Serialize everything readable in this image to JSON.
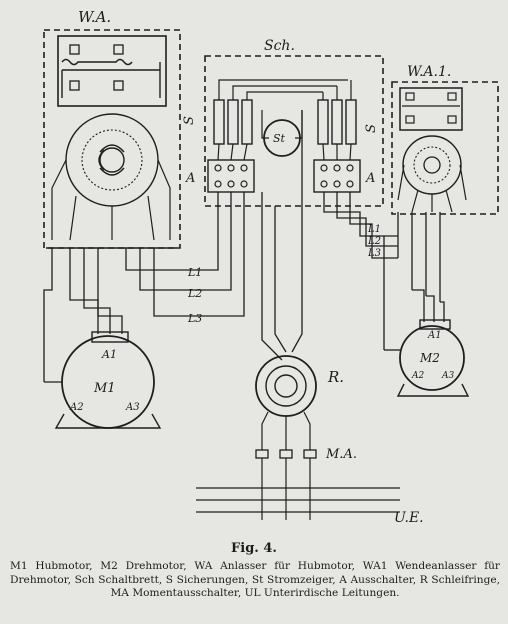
{
  "figure": {
    "labels": {
      "wa": "W.A.",
      "wa1": "W.A.1.",
      "sch": "Sch.",
      "s_left": "S",
      "s_right": "S",
      "a_left": "A",
      "a_right": "A",
      "st": "St",
      "l1": "L1",
      "l2": "L2",
      "l3": "L3",
      "l1_right": "L1",
      "l2_right": "L2",
      "l3_right": "L3",
      "m1": "M1",
      "m1_a1": "A1",
      "m1_a2": "A2",
      "m1_a3": "A3",
      "m2": "M2",
      "m2_a1": "A1",
      "m2_a2": "A2",
      "m2_a3": "A3",
      "r": "R.",
      "ma": "M.A.",
      "ue": "U.E."
    }
  },
  "caption": "Fig. 4.",
  "legend": "M1 Hubmotor, M2 Drehmotor, WA Anlasser für Hubmotor, WA1 Wendeanlasser für Drehmotor, Sch Schaltbrett, S Sicherungen, St Stromzeiger, A Ausschalter, R Schleifringe, MA Momentausschalter, UL Unterirdische Leitungen."
}
